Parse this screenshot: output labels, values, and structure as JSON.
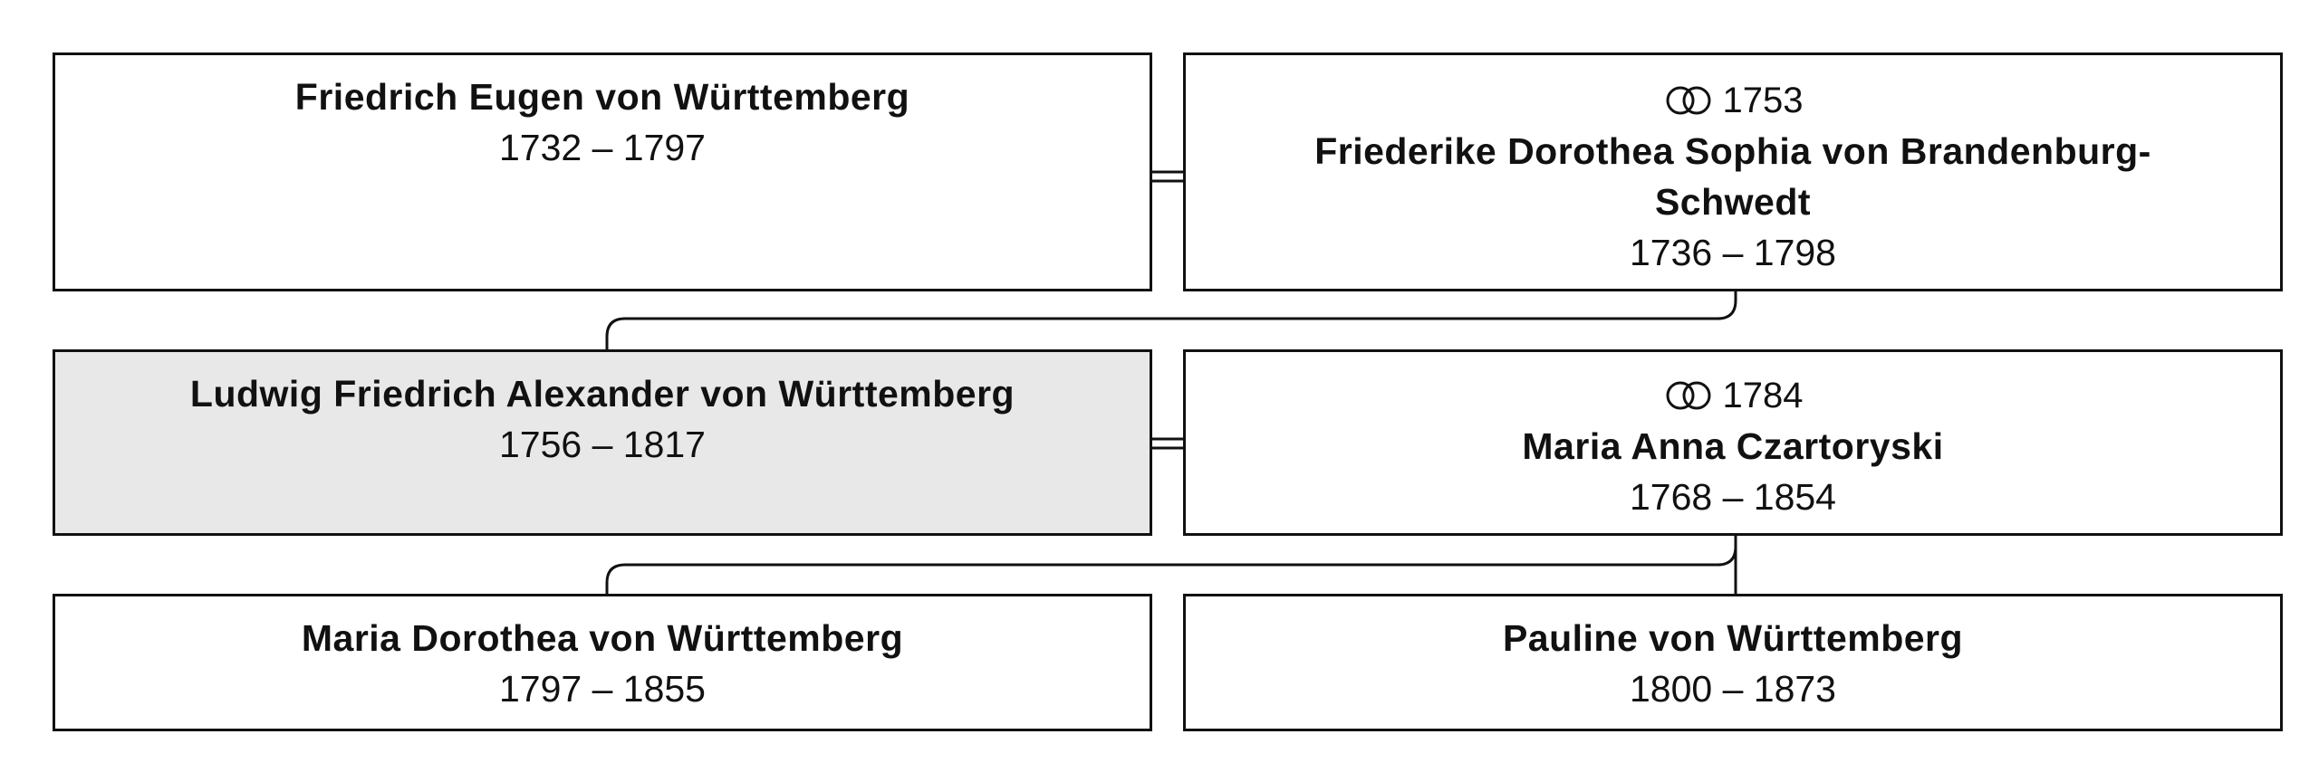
{
  "people": {
    "friedrich_eugen": {
      "name": "Friedrich Eugen von Württemberg",
      "dates": "1732 – 1797"
    },
    "friederike": {
      "marriage_year": "1753",
      "name": "Friederike Dorothea Sophia von Brandenburg-",
      "name_cont": "Schwedt",
      "dates": "1736 – 1798"
    },
    "ludwig": {
      "name": "Ludwig Friedrich Alexander von Württemberg",
      "dates": "1756 – 1817"
    },
    "maria_anna": {
      "marriage_year": "1784",
      "name": "Maria Anna Czartoryski",
      "dates": "1768 – 1854"
    },
    "maria_dorothea": {
      "name": "Maria Dorothea von Württemberg",
      "dates": "1797 – 1855"
    },
    "pauline": {
      "name": "Pauline von Württemberg",
      "dates": "1800 – 1873"
    }
  },
  "icons": {
    "marriage": "wedding-rings-icon"
  },
  "colors": {
    "line": "#111111",
    "highlight": "#e8e8e8"
  }
}
